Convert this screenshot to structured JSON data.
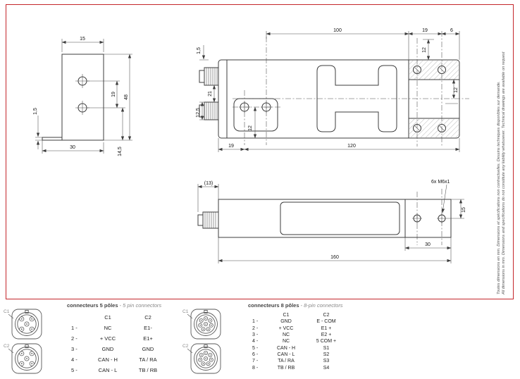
{
  "colors": {
    "frame_red": "#c4262b",
    "line": "#3d3d3d"
  },
  "notes": {
    "fr": "Toutes dimensions en mm. Dimensions et spécifications non contractuelles. Dessins techniques disponibles sur demande.",
    "en": "All dimensions in mm. Dimensions and specifications do not constitute any liability whatsoever. Technical drawings are available on request"
  },
  "dims": {
    "end": {
      "d15": "15",
      "d15l": "1,5",
      "d19": "19",
      "d48": "48",
      "d30": "30",
      "d145": "14,5"
    },
    "top": {
      "d100": "100",
      "d19": "19",
      "d6": "6",
      "d15": "1,5",
      "d12a": "12",
      "d12b": "12",
      "d21": "21",
      "d125": "12,5",
      "d19b": "19",
      "d12c": "12",
      "d120": "120"
    },
    "side": {
      "d13": "(13)",
      "thread": "6x M6x1",
      "d15": "15",
      "d30": "30",
      "d160": "160"
    }
  },
  "conn5": {
    "label_c1": "C1",
    "label_c2": "C2",
    "title_fr": "connecteurs 5 pôles",
    "title_en": "- 5 pin connectors",
    "head_c1": "C1",
    "head_c2": "C2",
    "rows": [
      {
        "n": "1 -",
        "c1": "NC",
        "c2": "E1-"
      },
      {
        "n": "2 -",
        "c1": "+ VCC",
        "c2": "E1+"
      },
      {
        "n": "3 -",
        "c1": "GND",
        "c2": "GND"
      },
      {
        "n": "4 -",
        "c1": "CAN - H",
        "c2": "TA / RA"
      },
      {
        "n": "5 -",
        "c1": "CAN - L",
        "c2": "TB / RB"
      }
    ]
  },
  "conn8": {
    "label_c1": "C1",
    "label_c2": "C2",
    "title_fr": "connecteurs 8 pôles",
    "title_en": "- 8-pin connectors",
    "head_c1": "C1",
    "head_c2": "C2",
    "rows": [
      {
        "n": "1 -",
        "c1": "GND",
        "c2": "E - COM"
      },
      {
        "n": "2 -",
        "c1": "+ VCC",
        "c2": "E1 +"
      },
      {
        "n": "3 -",
        "c1": "NC",
        "c2": "E2 +"
      },
      {
        "n": "4 -",
        "c1": "NC",
        "c2": "5 COM +"
      },
      {
        "n": "5 -",
        "c1": "CAN - H",
        "c2": "S1"
      },
      {
        "n": "6 -",
        "c1": "CAN - L",
        "c2": "S2"
      },
      {
        "n": "7 -",
        "c1": "TA / RA",
        "c2": "S3"
      },
      {
        "n": "8 -",
        "c1": "TB / RB",
        "c2": "S4"
      }
    ]
  }
}
